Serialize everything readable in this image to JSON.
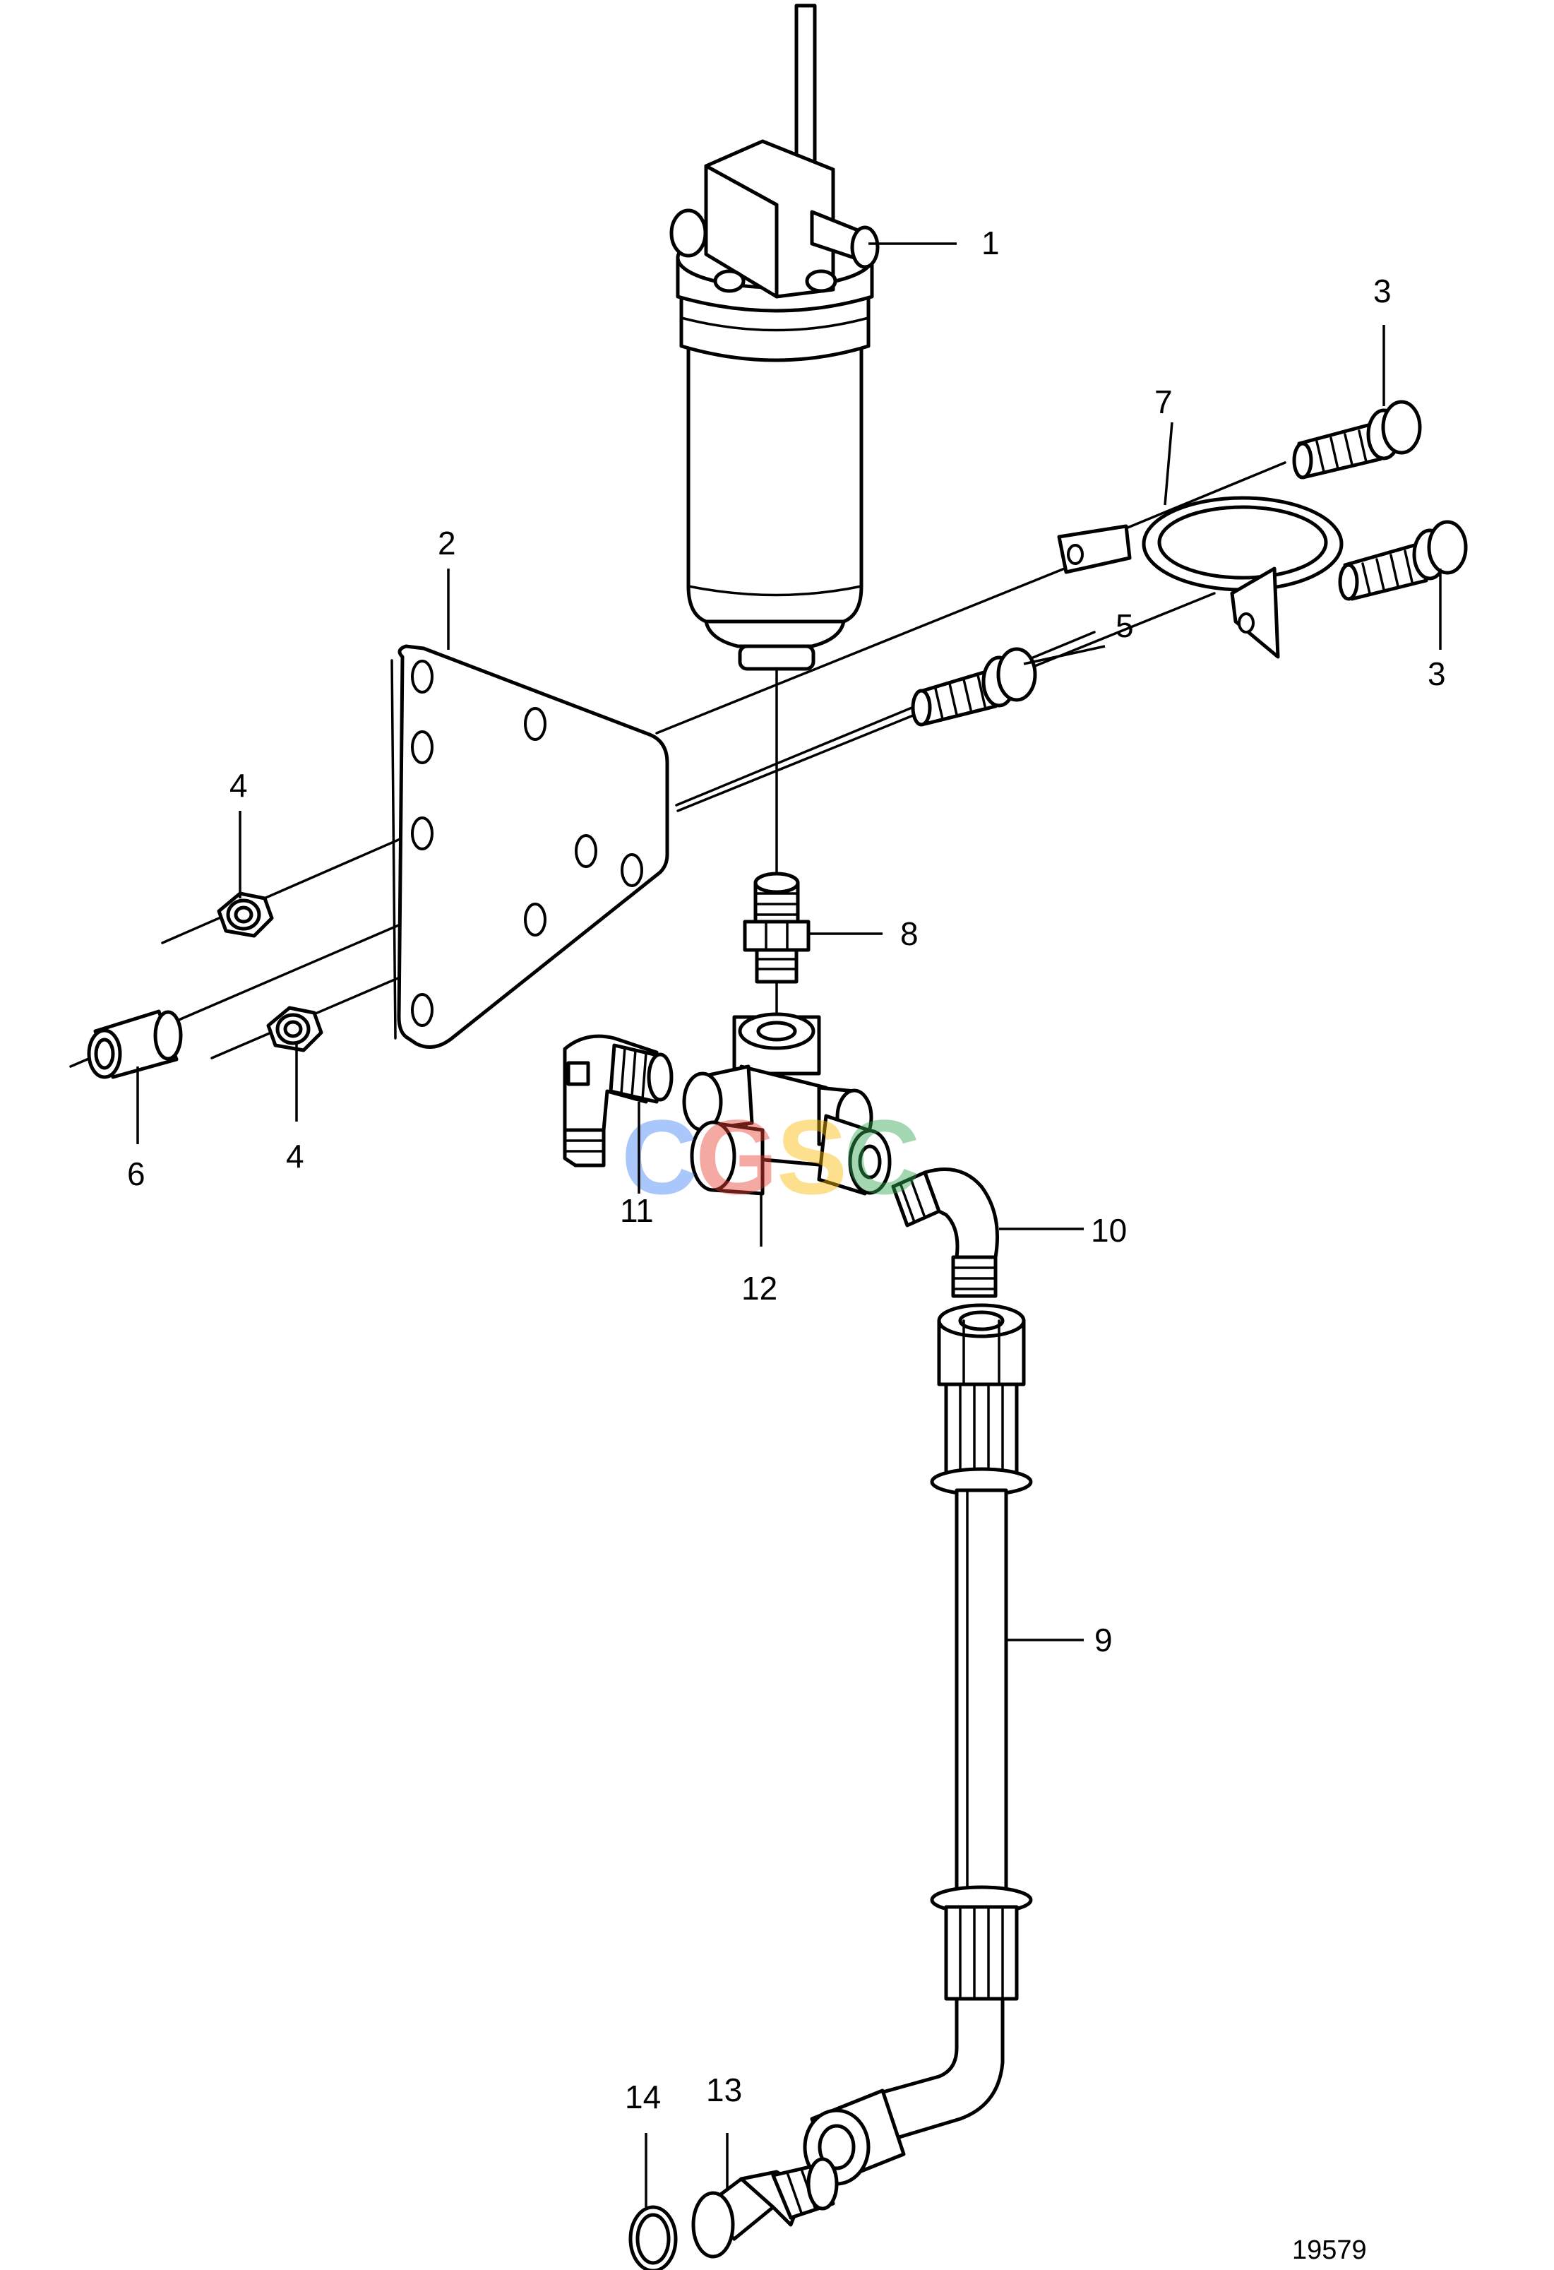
{
  "diagram": {
    "type": "exploded parts diagram",
    "reference_number": "19579",
    "watermark": {
      "text": "CGSC",
      "letters": [
        "C",
        "G",
        "S",
        "C"
      ],
      "colors": [
        "#4285F4",
        "#EA4335",
        "#FBBC05",
        "#34A853"
      ]
    },
    "callouts": [
      {
        "id": "callout-1",
        "number": "1",
        "part": "fuel-filter"
      },
      {
        "id": "callout-2",
        "number": "2",
        "part": "bracket-plate"
      },
      {
        "id": "callout-3a",
        "number": "3",
        "part": "flange-screw-upper"
      },
      {
        "id": "callout-3b",
        "number": "3",
        "part": "flange-screw-lower"
      },
      {
        "id": "callout-4a",
        "number": "4",
        "part": "lock-nut-upper"
      },
      {
        "id": "callout-4b",
        "number": "4",
        "part": "lock-nut-lower"
      },
      {
        "id": "callout-5",
        "number": "5",
        "part": "flange-screw-middle"
      },
      {
        "id": "callout-6",
        "number": "6",
        "part": "spacer-sleeve"
      },
      {
        "id": "callout-7",
        "number": "7",
        "part": "filter-clamp"
      },
      {
        "id": "callout-8",
        "number": "8",
        "part": "nipple"
      },
      {
        "id": "callout-9",
        "number": "9",
        "part": "fuel-pipe"
      },
      {
        "id": "callout-10",
        "number": "10",
        "part": "elbow-union"
      },
      {
        "id": "callout-11",
        "number": "11",
        "part": "hose-elbow"
      },
      {
        "id": "callout-12",
        "number": "12",
        "part": "distribution-block"
      },
      {
        "id": "callout-13",
        "number": "13",
        "part": "connector"
      },
      {
        "id": "callout-14",
        "number": "14",
        "part": "o-ring"
      }
    ]
  }
}
